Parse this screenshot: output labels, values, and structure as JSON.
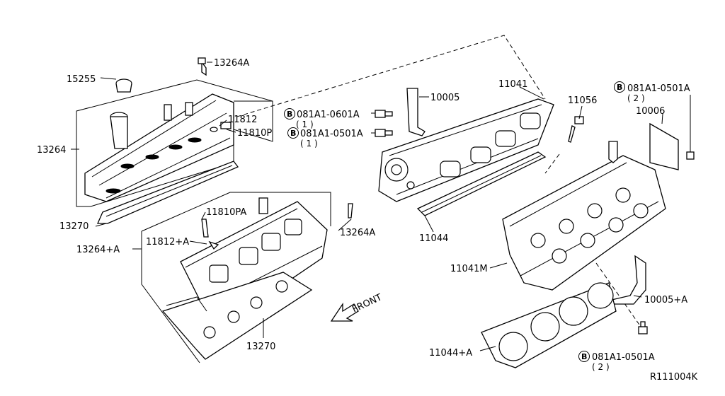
{
  "labels": {
    "p15255": "15255",
    "p13264A_top": "13264A",
    "p11812": "11812",
    "p11810P": "11810P",
    "p13264": "13264",
    "p13270_left": "13270",
    "p11810PA": "11810PA",
    "p11812A": "11812+A",
    "p13264A_mid": "13264A",
    "p13264plusA": "13264+A",
    "p13270_bottom": "13270",
    "p10005": "10005",
    "p11041": "11041",
    "p11056": "11056",
    "p10006": "10006",
    "p11044": "11044",
    "p11041M": "11041M",
    "p10005A": "10005+A",
    "p11044A": "11044+A",
    "bolt_0601A": "081A1-0601A",
    "bolt_0601A_qty": "( 1 )",
    "bolt_0501A_1": "081A1-0501A",
    "bolt_0501A_1_qty": "( 1 )",
    "bolt_0501A_top": "081A1-0501A",
    "bolt_0501A_top_qty": "( 2 )",
    "bolt_0501A_bottom": "081A1-0501A",
    "bolt_0501A_bottom_qty": "( 2 )",
    "bolt_marker": "B",
    "front": "FRONT",
    "ref_code": "R111004K"
  }
}
